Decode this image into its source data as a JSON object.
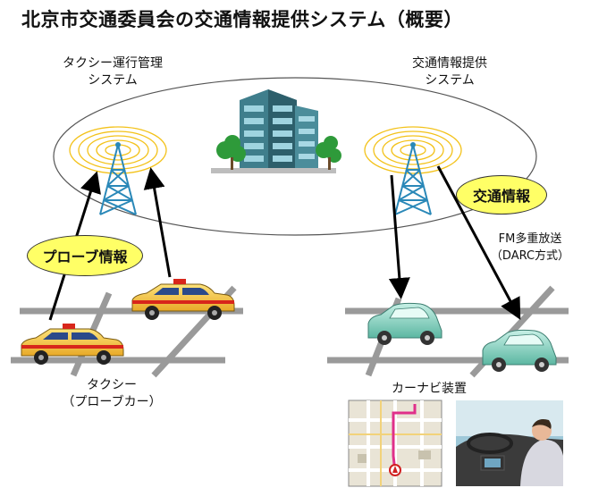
{
  "title": "北京市交通委員会の交通情報提供システム（概要）",
  "labels": {
    "taxi_system_line1": "タクシー運行管理",
    "taxi_system_line2": "システム",
    "info_system_line1": "交通情報提供",
    "info_system_line2": "システム",
    "probe_info": "プローブ情報",
    "traffic_info": "交通情報",
    "fm_line1": "FM多重放送",
    "fm_line2": "（DARC方式）",
    "taxi_line1": "タクシー",
    "taxi_line2": "（プローブカー）",
    "car_navi": "カーナビ装置"
  },
  "colors": {
    "bubble": "#ffff66",
    "taxi_body": "#f3c63a",
    "taxi_stripe": "#d8261b",
    "car_body": "#8ed8c8",
    "road": "#9a9a9a",
    "tower": "#2a88b8",
    "building": "#3f7e8c"
  }
}
